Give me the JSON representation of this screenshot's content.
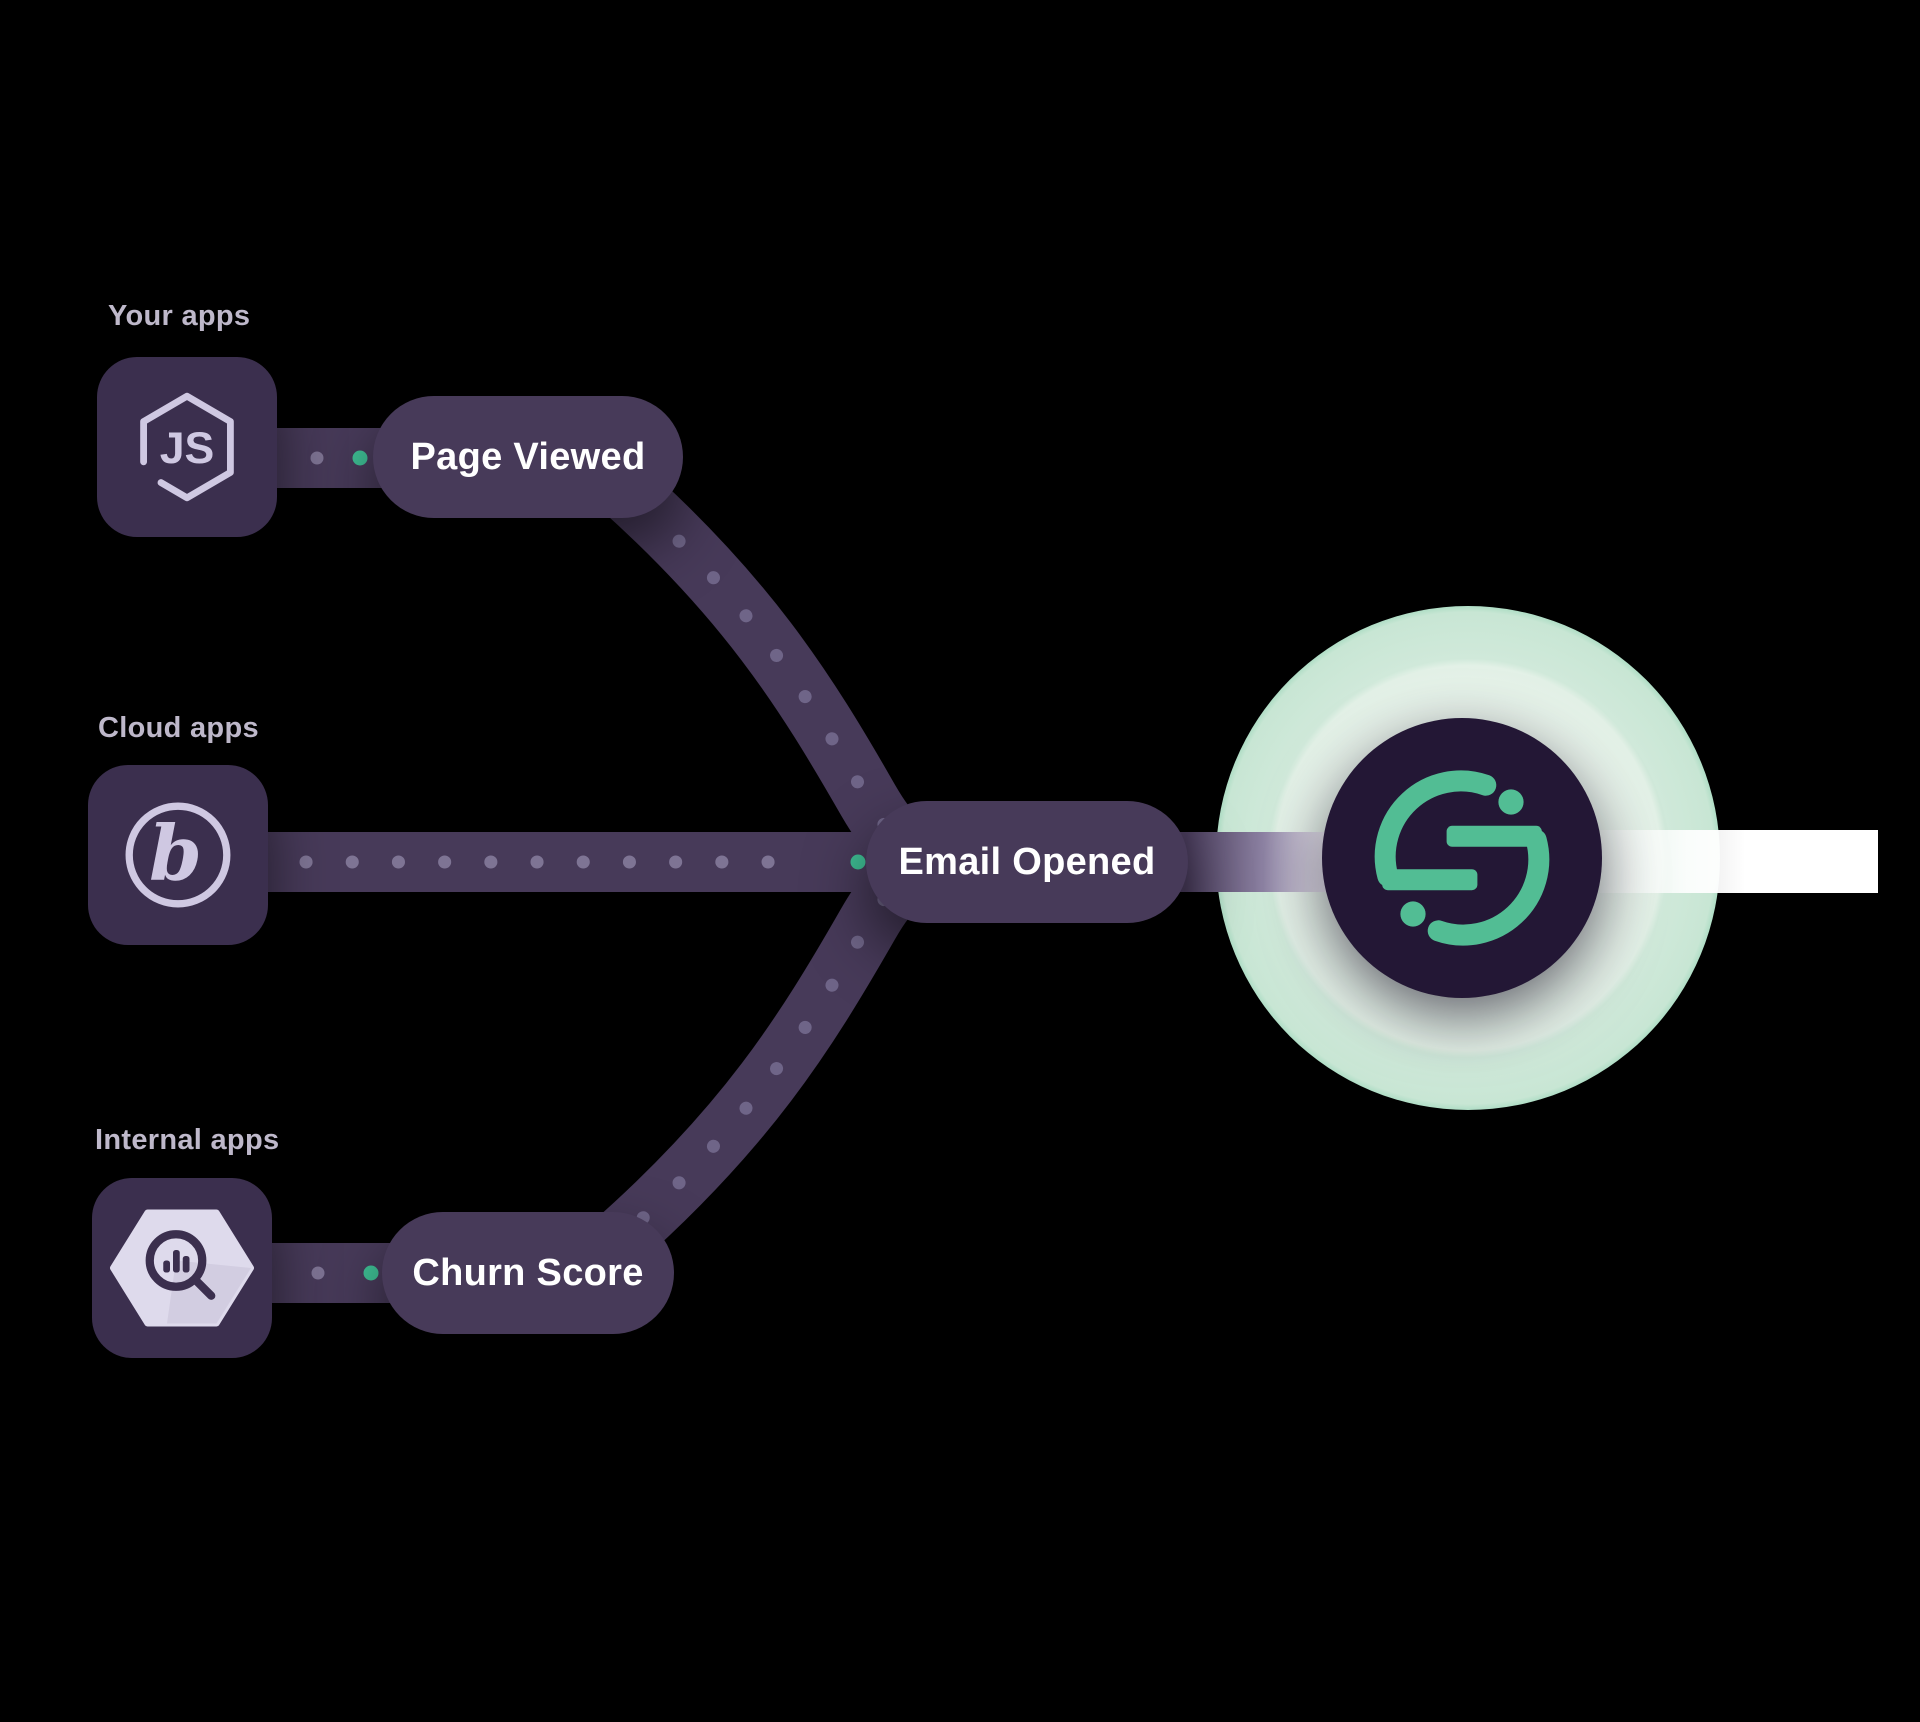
{
  "page": {
    "title": "Data sources flowing through events into Segment"
  },
  "sources": [
    {
      "label": "Your apps",
      "icon": "nodejs-icon",
      "icon_text": "JS"
    },
    {
      "label": "Cloud apps",
      "icon": "braze-icon",
      "icon_text": "b"
    },
    {
      "label": "Internal apps",
      "icon": "bigquery-icon",
      "icon_text": ""
    }
  ],
  "events": [
    {
      "label": "Page Viewed"
    },
    {
      "label": "Email Opened"
    },
    {
      "label": "Churn Score"
    }
  ],
  "destination": {
    "logo": "segment-logo"
  },
  "colors": {
    "background": "#000000",
    "tile": "#3B2F4E",
    "pill": "#473A59",
    "connector": "#473A59",
    "dot_purple": "#7E7494",
    "dot_green": "#3EBD93",
    "logo_green": "#52BD94",
    "logo_circle": "#231735",
    "glow_edge": "#5AC199",
    "label_text": "#BFB9CB",
    "pill_text": "#FFFFFF",
    "icon_glyph": "#CFC8E2",
    "white_band": "#FFFFFF"
  }
}
